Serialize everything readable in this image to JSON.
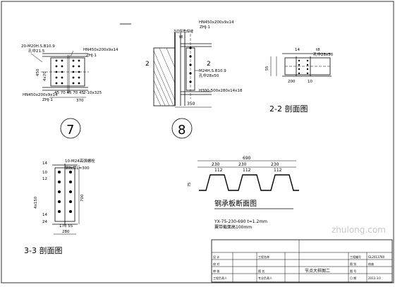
{
  "detail7": {
    "bolts_label": "20-M20H.S.B10.9",
    "hole_label": "孔中21.5",
    "beam_top_label": "HN450x200x9x14",
    "zhj_top": "ZHJ-1",
    "dim_v1": "450",
    "dim_v2": "4x70",
    "beam_bottom_label": "HN450x200x9x14",
    "zhj_bottom": "ZHJ-1",
    "dim_h1": "45 70 45 70 45",
    "dim_plate": "2-10x325",
    "dim_370": "370",
    "num": "7"
  },
  "detail8": {
    "beam_label": "HN450x200x9x14",
    "zhj": "ZHJ-1",
    "side_note": "3边焊角焊缝",
    "stiffener": "t8",
    "left_mark": "2",
    "right_mark": "2",
    "bolts_label": "M24H.S.B10.9",
    "hole_label": "孔中28x50",
    "column_label": "H300-500x280x14x18",
    "dim_350": "350",
    "num": "8"
  },
  "section22": {
    "d1": "14",
    "d2": "t8",
    "note": "孔中28x50",
    "dim_left": "55",
    "dim_bottom": "200",
    "dim_10": "10",
    "title": "2-2 剖面图"
  },
  "section33": {
    "bolts_label": "10-M24高强螺栓",
    "plate_label": "钢板厚L=300",
    "d14": "14",
    "d10": "10",
    "d12": "12",
    "dim_v_left": "4x150",
    "dim_v_right": "700",
    "d14b": "14",
    "d24": "24",
    "dim_b1": "170 55",
    "dim_b2": "280",
    "title": "3-3 剖面图"
  },
  "deck": {
    "dim_total": "690",
    "dim_230": [
      "230",
      "230",
      "230"
    ],
    "dim_112": [
      "112",
      "112",
      "112"
    ],
    "dim_75": "75",
    "title": "钢承板断面图",
    "spec": "YX-75-230-690 t=1.2mm",
    "note": "翼带截面高100mm"
  },
  "titleblock": {
    "rows_left": [
      "设 计",
      "校 对",
      "审 核",
      "工程负责人"
    ],
    "rows_mid": [
      "工程名称",
      "图 名",
      "专业负责人"
    ],
    "drawing_name": "节点大样图二",
    "rows_right": [
      "工程编号",
      "图 别",
      "图 号",
      "日 期"
    ],
    "values_right": [
      "GL2013780",
      "结施",
      "",
      "2013.3.0"
    ]
  },
  "watermark": "zhulong.com"
}
